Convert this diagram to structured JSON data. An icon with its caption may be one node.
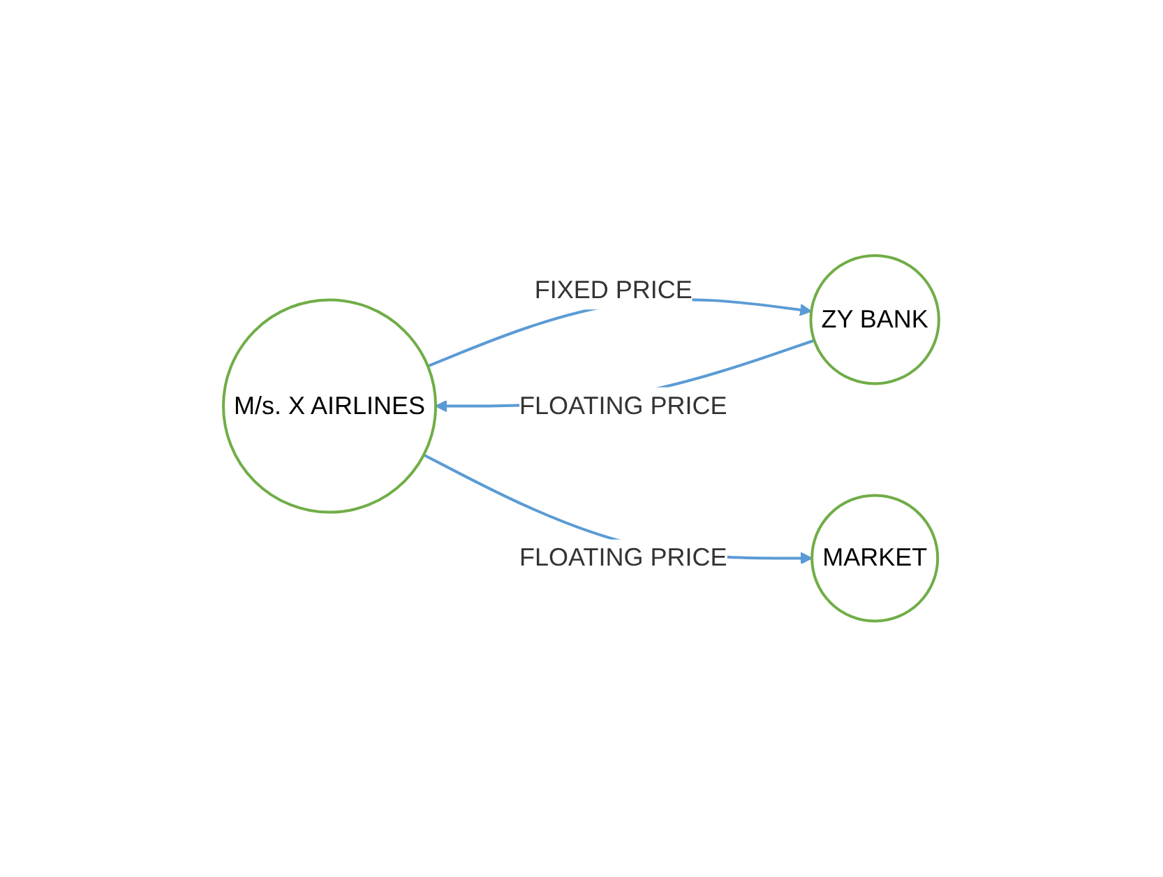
{
  "diagram": {
    "nodes": [
      {
        "text": [
          "M/s. X AIRLINES"
        ]
      },
      {
        "text": [
          "ZY BANK"
        ]
      },
      {
        "text": [
          "MARKET"
        ]
      }
    ],
    "edges": [
      {
        "from": 0,
        "to": 1,
        "arrow": "to",
        "label": "FIXED PRICE"
      },
      {
        "from": 1,
        "to": 0,
        "arrow": "to",
        "label": "FLOATING PRICE"
      },
      {
        "from": 0,
        "to": 2,
        "arrow": "to",
        "label": "FLOATING PRICE"
      }
    ]
  }
}
